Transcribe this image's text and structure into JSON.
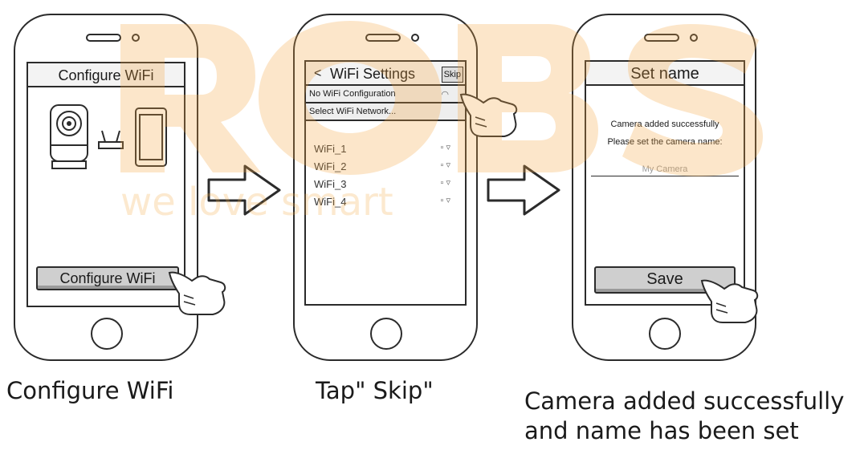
{
  "watermark": {
    "logo": "ROBS",
    "tagline": "we love smart",
    "color": "#f4a640"
  },
  "steps": [
    {
      "screen_title": "Configure WiFi",
      "button_label": "Configure WiFi",
      "caption": "Configure WiFi"
    },
    {
      "screen_title": "WiFi Settings",
      "back_glyph": "<",
      "skip_label": "Skip",
      "no_wifi_label": "No WiFi Configuration",
      "select_network_label": "Select WiFi Network...",
      "networks": [
        "WiFi_1",
        "WiFi_2",
        "WiFi_3",
        "WiFi_4"
      ],
      "caption": "Tap\" Skip\""
    },
    {
      "screen_title": "Set name",
      "message_line1": "Camera added successfully",
      "message_line2": "Please set the camera name:",
      "name_placeholder": "My Camera",
      "button_label": "Save",
      "caption_line1": "Camera added successfully",
      "caption_line2": "and name has been set"
    }
  ],
  "icons": {
    "arrow": "right-arrow-icon",
    "hand": "pointing-hand-icon",
    "wifi": "wifi-signal-icon",
    "camera": "camera-icon",
    "router": "router-icon",
    "phone": "phone-icon"
  }
}
